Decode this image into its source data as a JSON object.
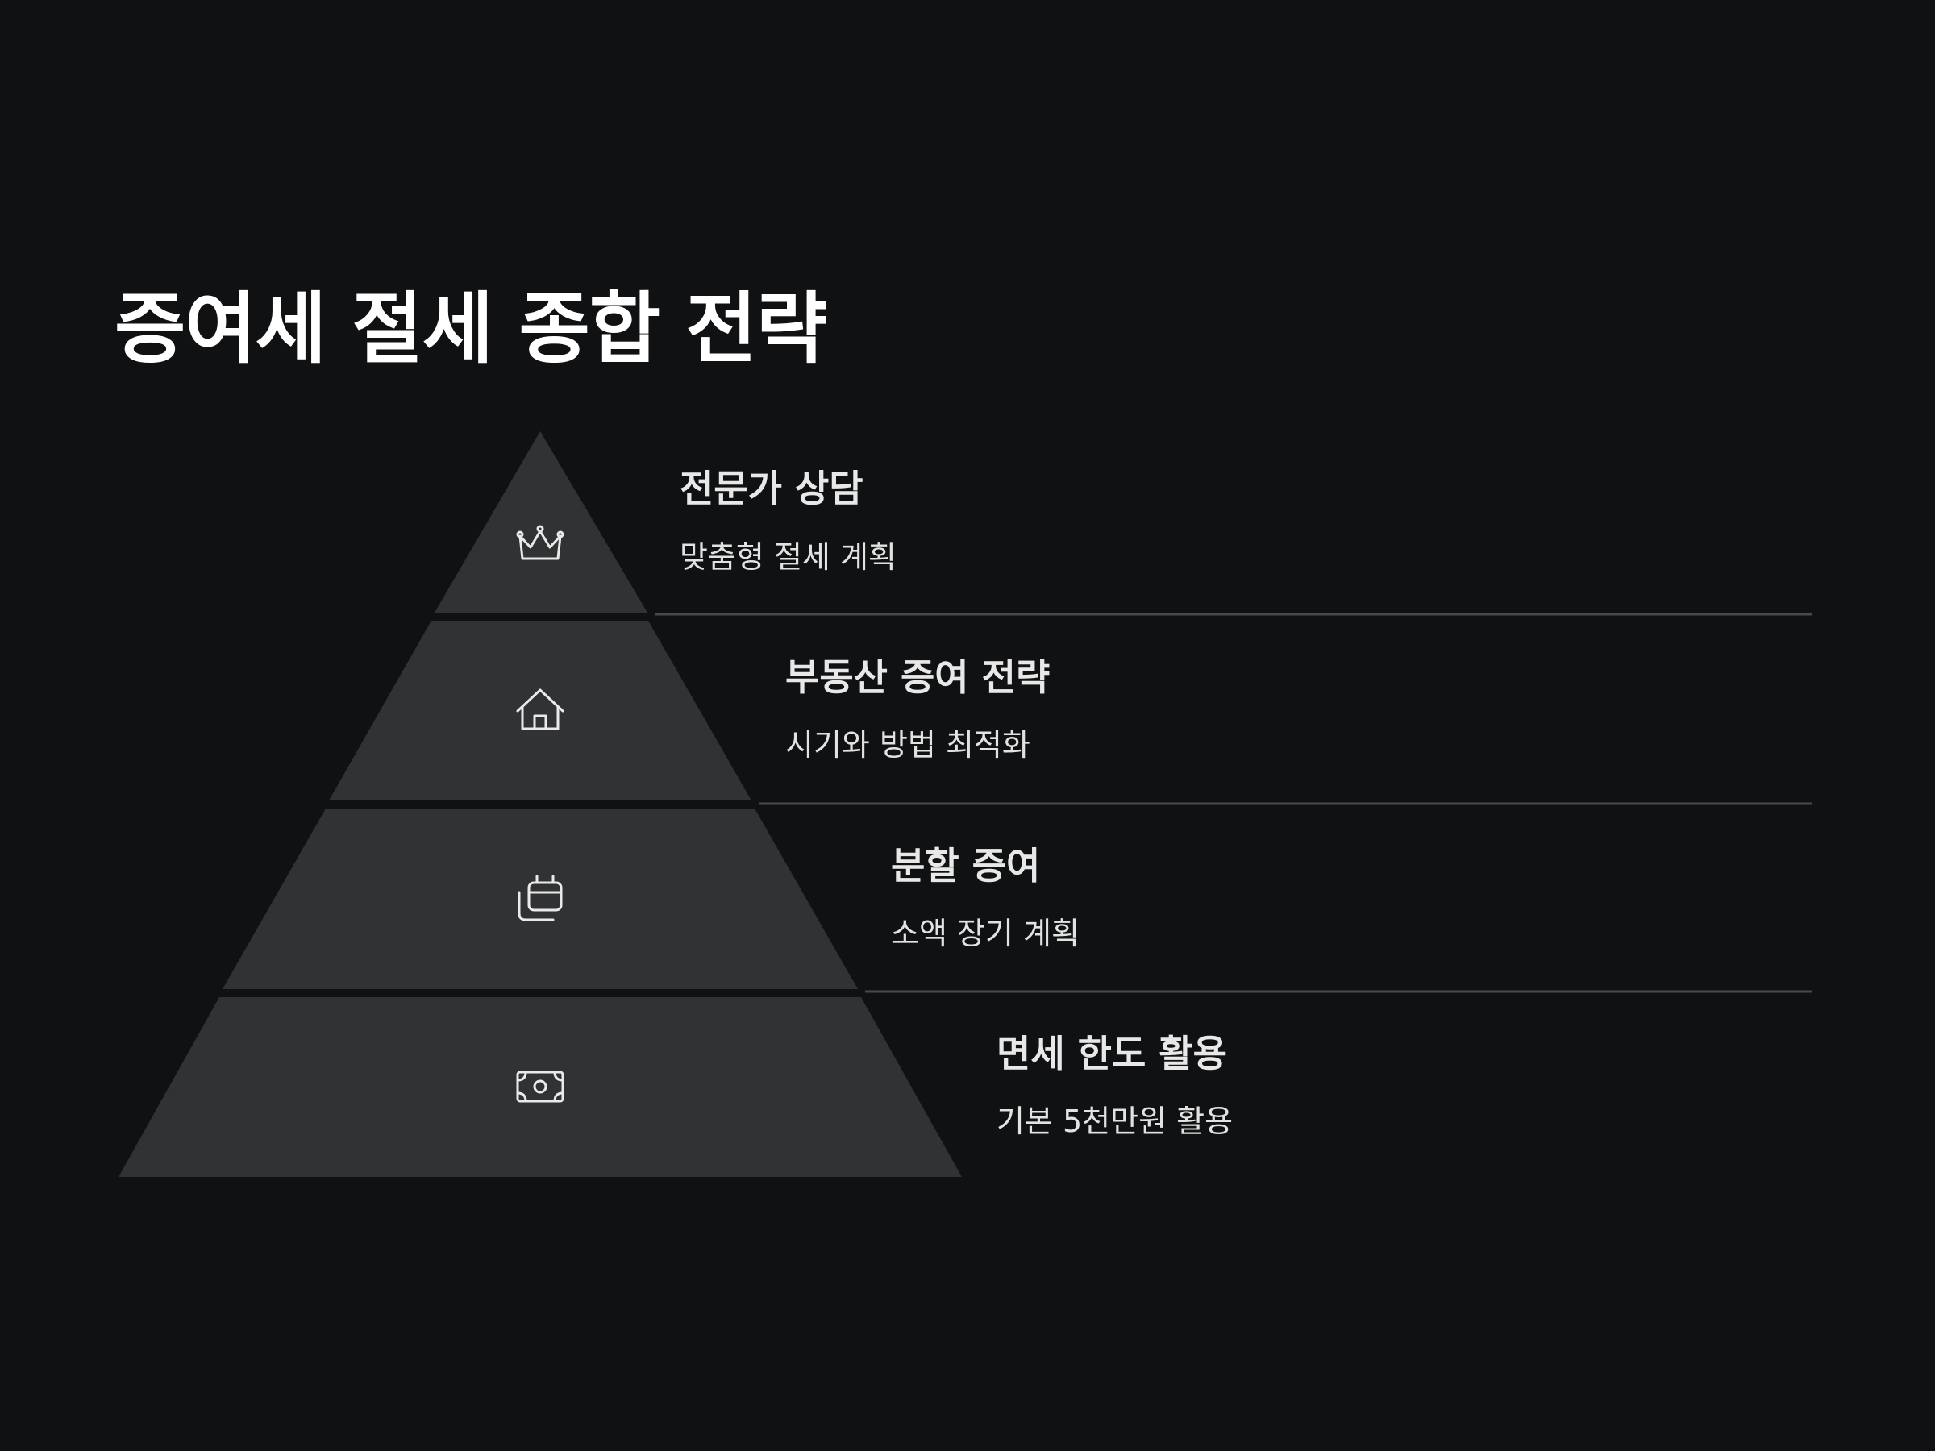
{
  "title": "증여세 절세 종합 전략",
  "colors": {
    "background": "#101113",
    "tier": "#313234",
    "divider": "#48494c",
    "text": "#ffffff"
  },
  "tiers": [
    {
      "title": "전문가 상담",
      "description": "맞춤형 절세 계획",
      "icon": "crown-icon"
    },
    {
      "title": "부동산 증여 전략",
      "description": "시기와 방법 최적화",
      "icon": "home-icon"
    },
    {
      "title": "분할 증여",
      "description": "소액 장기 계획",
      "icon": "calendar-stack-icon"
    },
    {
      "title": "면세 한도 활용",
      "description": "기본 5천만원 활용",
      "icon": "banknote-icon"
    }
  ]
}
